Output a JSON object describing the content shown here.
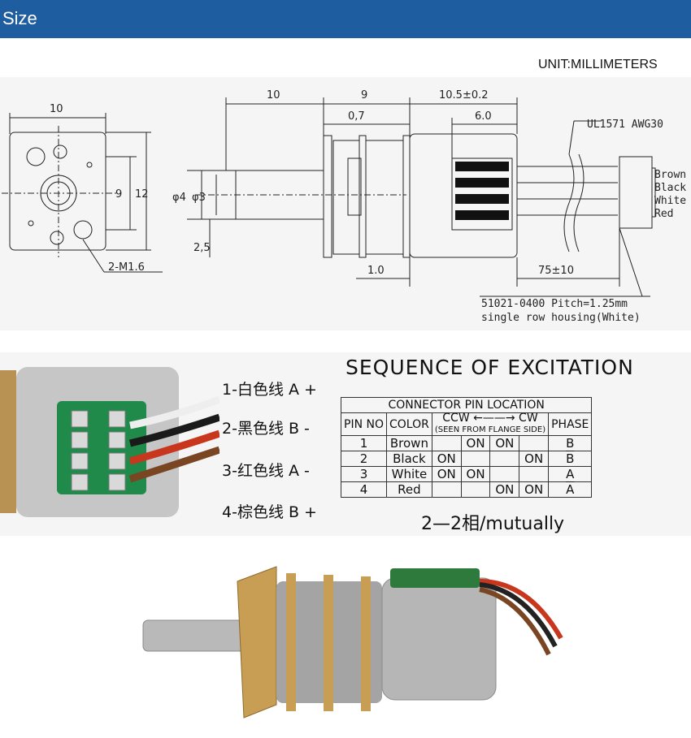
{
  "header": {
    "title": "Size",
    "color": "#1d5da0"
  },
  "unit_label": "UNIT:MILLIMETERS",
  "drawing": {
    "front_width": "10",
    "front_height_inner": "9",
    "front_height_outer": "12",
    "screw_note": "2-M1.6",
    "shaft_length": "10",
    "gearbox_length": "9",
    "flange_thickness": "0,7",
    "motor_length": "10.5±0.2",
    "motor_inner": "6.0",
    "cable_spec": "UL1571 AWG30",
    "shaft_dia_outer": "φ4",
    "shaft_dia_inner": "φ3",
    "shaft_offset": "2,5",
    "rear_gap": "1.0",
    "lead_length": "75±10",
    "wires": [
      "Brown",
      "Black",
      "White",
      "Red"
    ],
    "connector_line1": "51021-0400 Pitch=1.25mm",
    "connector_line2": "single row housing(White)"
  },
  "pin_labels": [
    "1-白色线 A +",
    "2-黑色线 B -",
    "3-红色线 A -",
    "4-棕色线 B +"
  ],
  "sequence": {
    "title": "SEQUENCE OF EXCITATION",
    "header": "CONNECTOR PIN LOCATION",
    "col_pin": "PIN NO",
    "col_color": "COLOR",
    "col_ccw": "CCW",
    "col_cw": "CW",
    "col_seen": "(SEEN FROM FLANGE SIDE)",
    "col_phase": "PHASE",
    "rows": [
      {
        "pin": "1",
        "color": "Brown",
        "c1": "",
        "c2": "ON",
        "c3": "ON",
        "c4": "",
        "phase": "B"
      },
      {
        "pin": "2",
        "color": "Black",
        "c1": "ON",
        "c2": "",
        "c3": "",
        "c4": "ON",
        "phase": "B"
      },
      {
        "pin": "3",
        "color": "White",
        "c1": "ON",
        "c2": "ON",
        "c3": "",
        "c4": "",
        "phase": "A"
      },
      {
        "pin": "4",
        "color": "Red",
        "c1": "",
        "c2": "",
        "c3": "ON",
        "c4": "ON",
        "phase": "A"
      }
    ],
    "footnote": "2—2相/mutually"
  }
}
